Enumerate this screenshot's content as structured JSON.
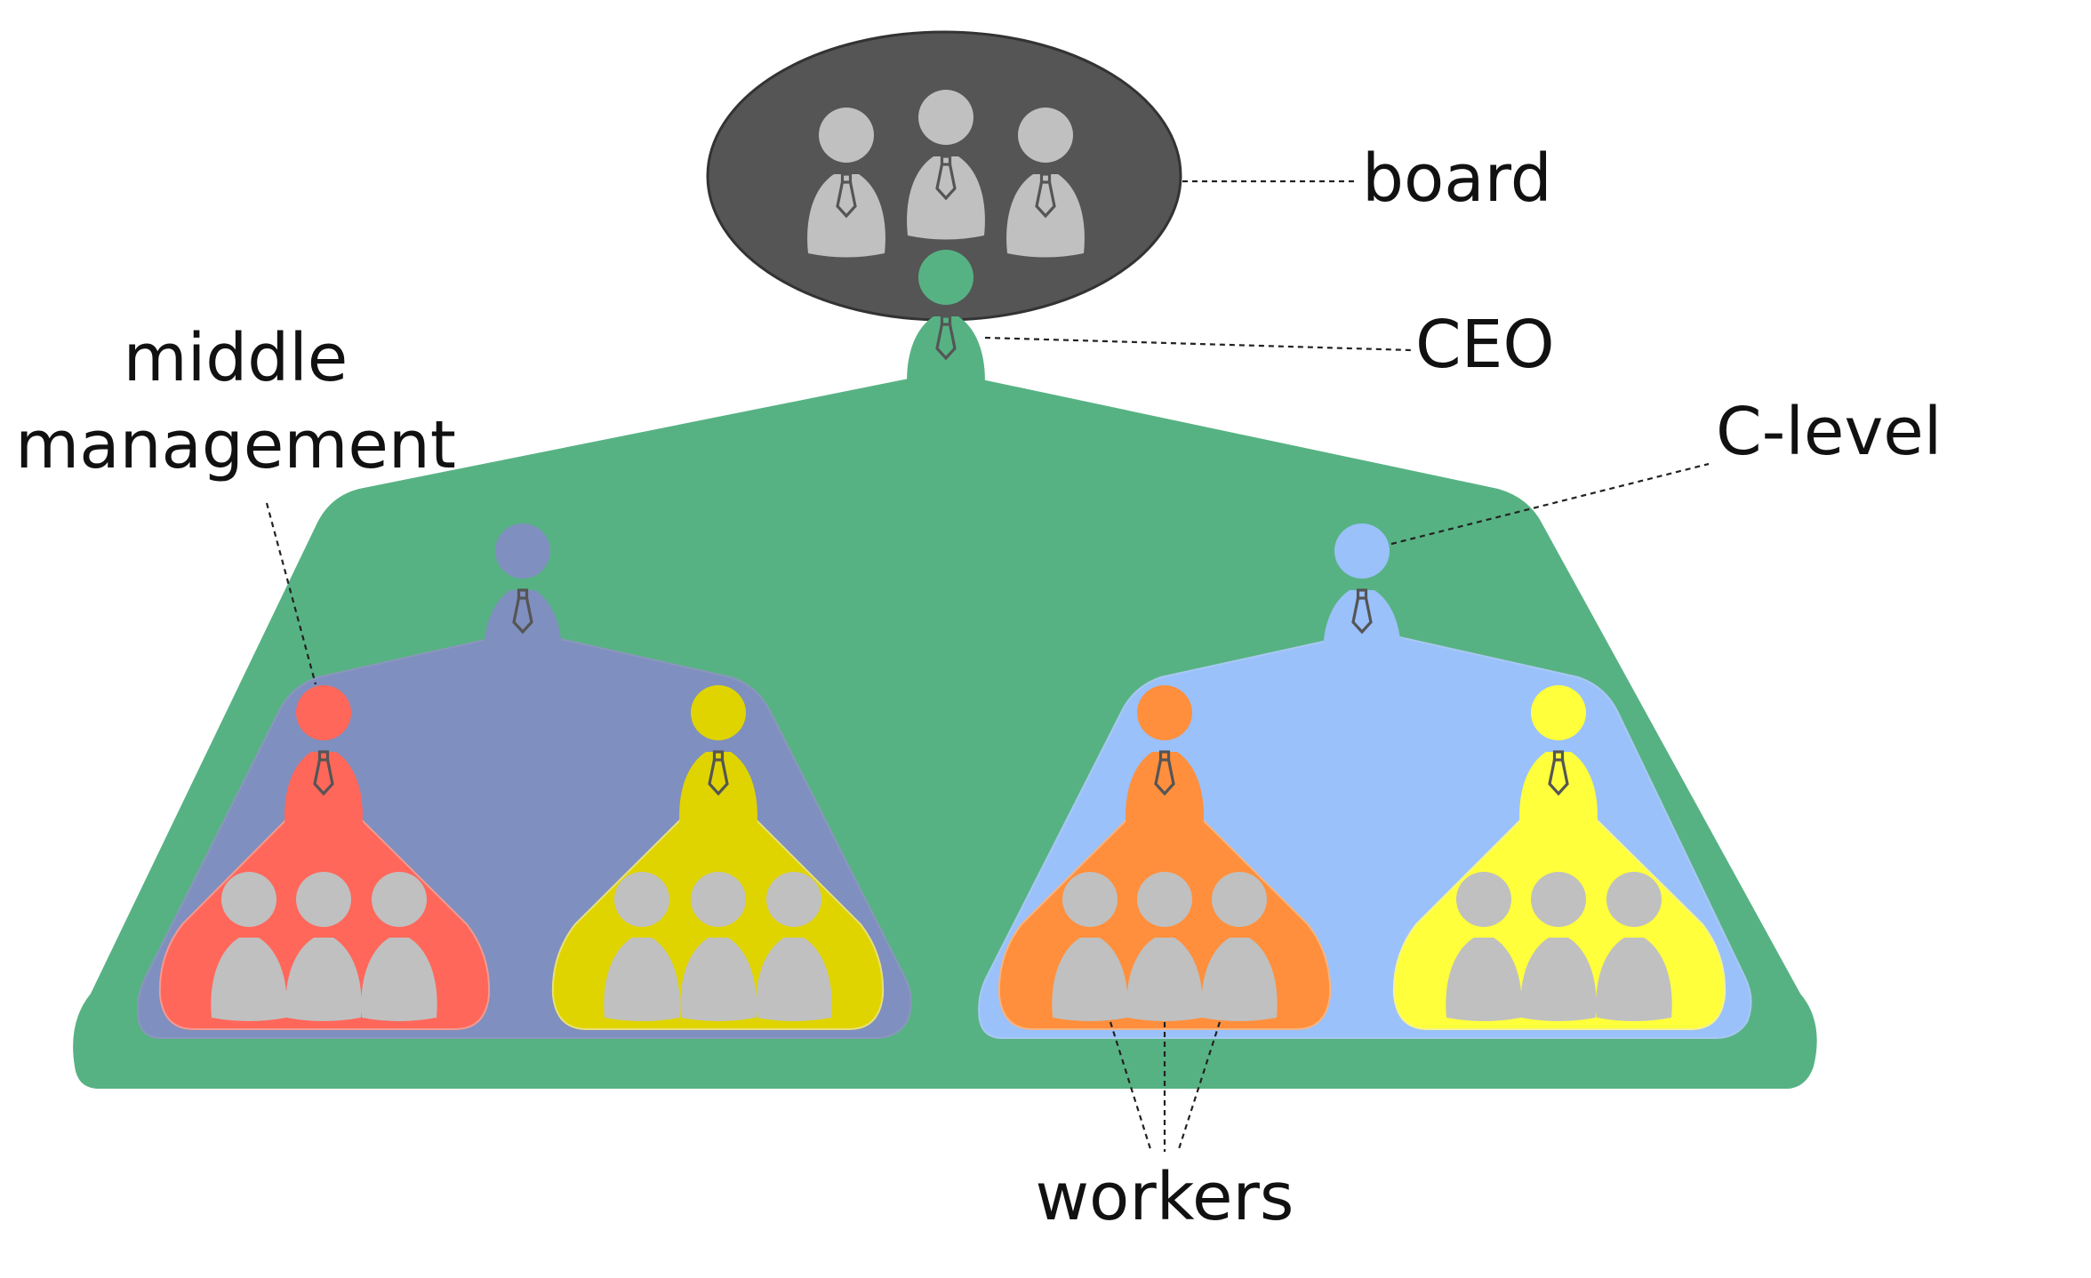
{
  "labels": {
    "board": "board",
    "ceo": "CEO",
    "c_level": "C-level",
    "middle_management_line1": "middle",
    "middle_management_line2": "management",
    "workers": "workers"
  },
  "colors": {
    "background": "#ffffff",
    "board_oval": "#555555",
    "board_member": "#c0c0c0",
    "ceo": "#57b283",
    "c_level_left": "#7f8fbf",
    "c_level_right": "#9ac1fa",
    "manager_red": "#ff675a",
    "manager_olive": "#dfd400",
    "manager_orange": "#ff8f3c",
    "manager_yellow": "#ffff3c",
    "worker": "#c0c0c0",
    "outline": "#555555"
  },
  "icons": {
    "person": "person-with-tie-icon",
    "worker": "person-icon"
  }
}
